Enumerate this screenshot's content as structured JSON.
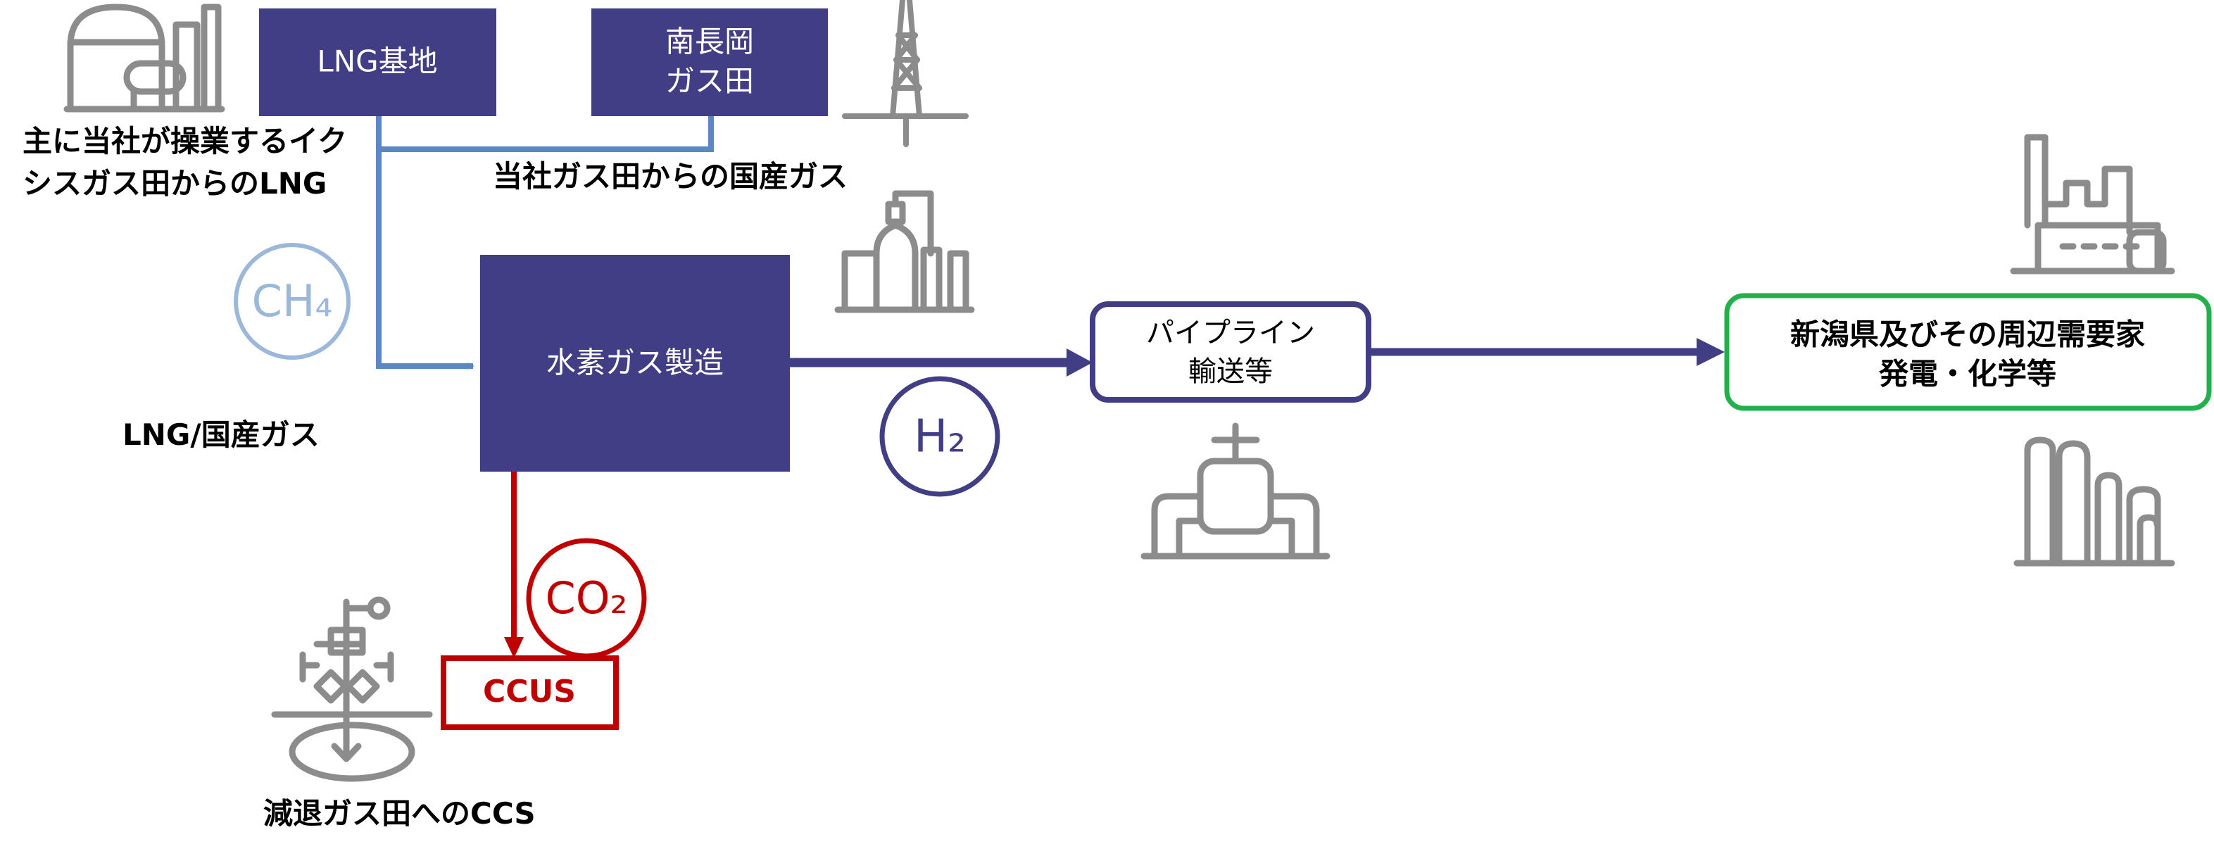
{
  "colors": {
    "navy": "#413E85",
    "blue_line": "#5B88C1",
    "ch4_circle": "#9BB7DA",
    "red": "#C00000",
    "green": "#22B04A",
    "icon_gray": "#8C8C8C",
    "text": "#000000",
    "white": "#FFFFFF"
  },
  "nodes": {
    "lng_base": "LNG基地",
    "nagaoka_line1": "南長岡",
    "nagaoka_line2": "ガス田",
    "hydrogen_production": "水素ガス製造",
    "pipeline_line1": "パイプライン",
    "pipeline_line2": "輸送等",
    "demand_line1": "新潟県及びその周辺需要家",
    "demand_line2": "発電・化学等",
    "ccus": "CCUS"
  },
  "labels": {
    "lng_source_line1": "主に当社が操業するイク",
    "lng_source_line2": "シスガス田からのLNG",
    "domestic_gas": "当社ガス田からの国産ガス",
    "feedstock": "LNG/国産ガス",
    "depleted_field": "減退ガス田へのCCS"
  },
  "molecules": {
    "ch4": "CH₄",
    "h2": "H₂",
    "co2": "CO₂"
  },
  "icons": [
    "lng-tank-icon",
    "drilling-rig-icon",
    "chemical-plant-icon",
    "pipeline-valve-icon",
    "power-plant-icon",
    "refinery-columns-icon",
    "wellhead-icon"
  ]
}
